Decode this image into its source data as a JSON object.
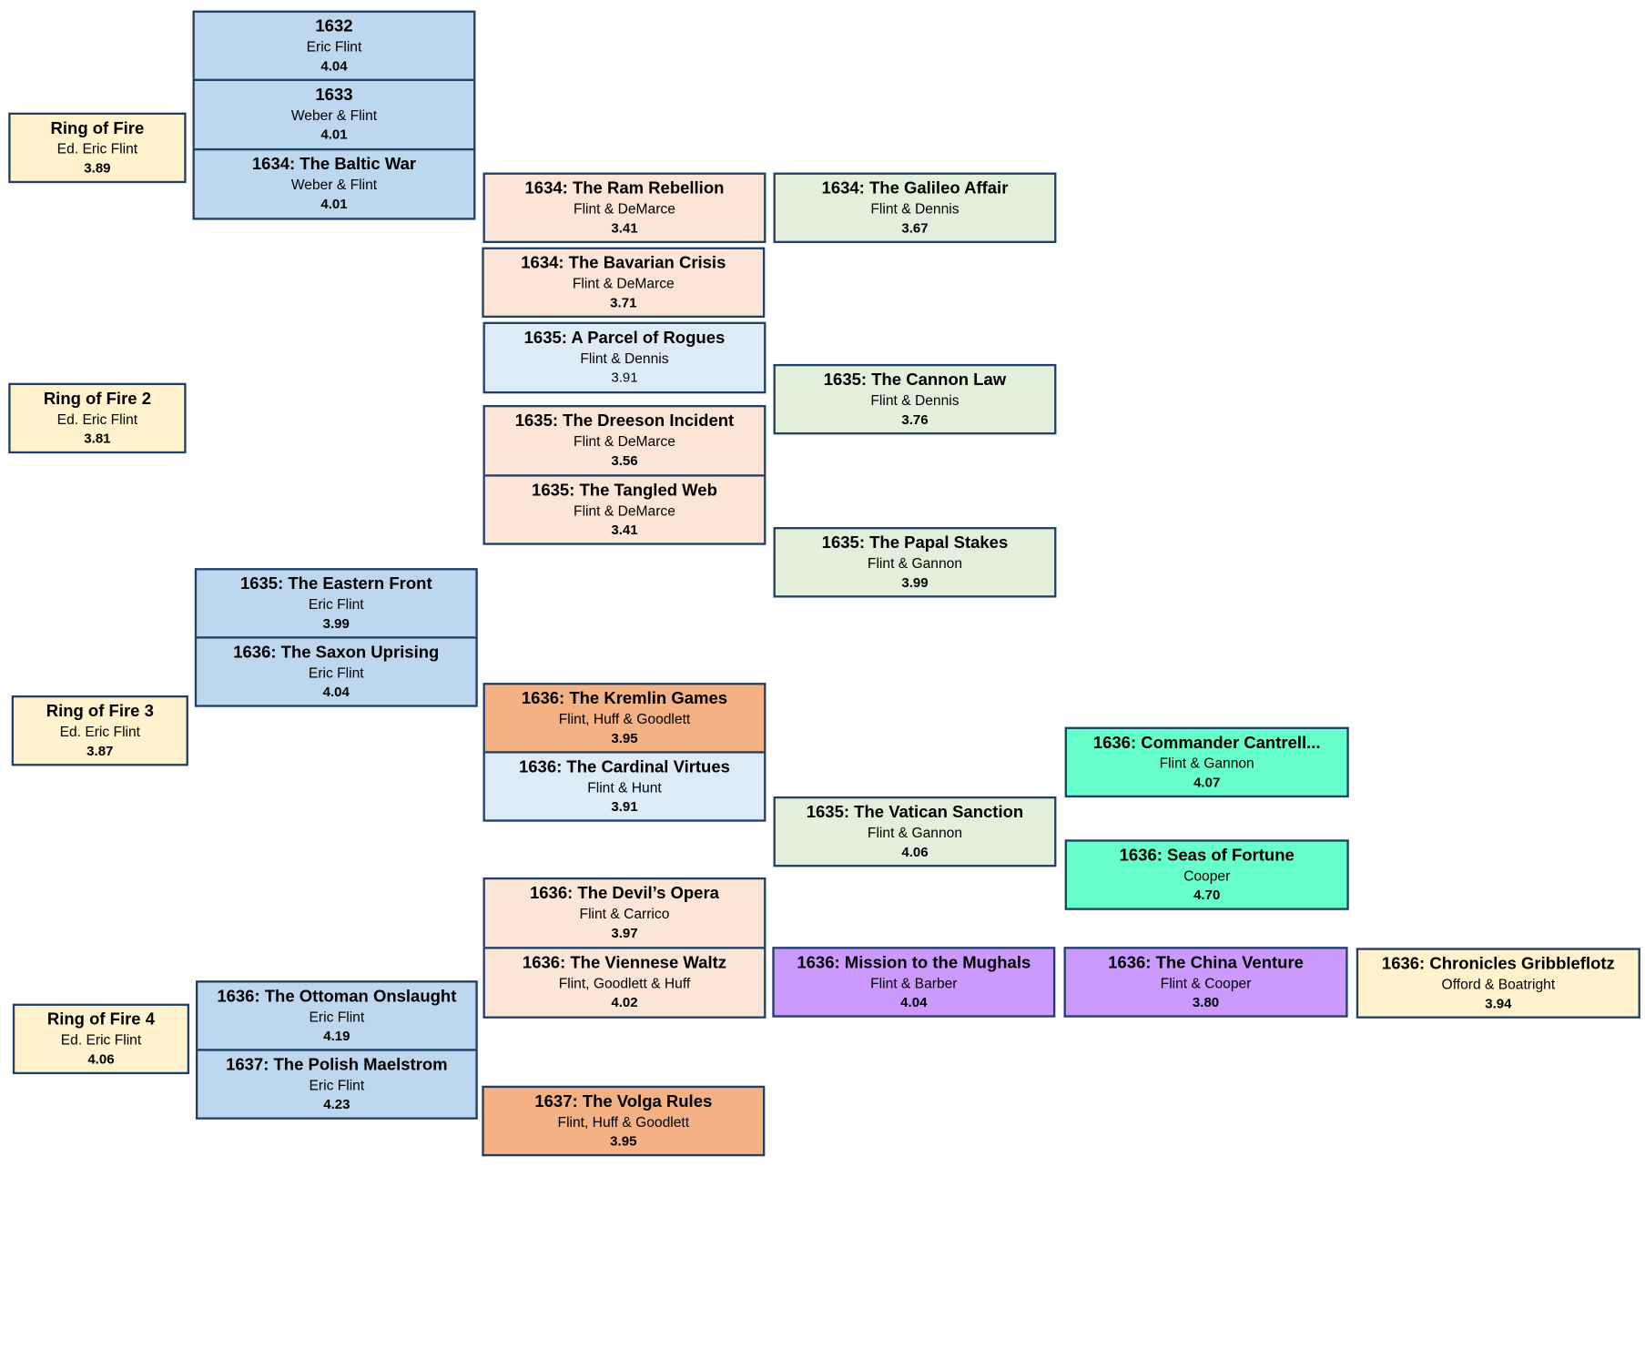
{
  "colors": {
    "anthology": "#fff2cc",
    "main_series": "#bdd7ee",
    "light_blue": "#ddebf7",
    "peach": "#fbe5d6",
    "orange": "#f4b183",
    "green": "#e2efda",
    "teal": "#66ffcc",
    "purple": "#cc99ff",
    "border": "#1f3f66"
  },
  "books": [
    {
      "title": "Ring of Fire",
      "author": "Ed. Eric Flint",
      "rating": "3.89"
    },
    {
      "title": "Ring of Fire 2",
      "author": "Ed. Eric Flint",
      "rating": "3.81"
    },
    {
      "title": "Ring of Fire 3",
      "author": "Ed. Eric Flint",
      "rating": "3.87"
    },
    {
      "title": "Ring of Fire 4",
      "author": "Ed. Eric Flint",
      "rating": "4.06"
    },
    {
      "title": "1632",
      "author": "Eric Flint",
      "rating": "4.04"
    },
    {
      "title": "1633",
      "author": "Weber & Flint",
      "rating": "4.01"
    },
    {
      "title": "1634: The Baltic War",
      "author": "Weber & Flint",
      "rating": "4.01"
    },
    {
      "title": "1635: The Eastern Front",
      "author": "Eric Flint",
      "rating": "3.99"
    },
    {
      "title": "1636: The Saxon Uprising",
      "author": "Eric Flint",
      "rating": "4.04"
    },
    {
      "title": "1636: The Ottoman Onslaught",
      "author": "Eric Flint",
      "rating": "4.19"
    },
    {
      "title": "1637: The Polish Maelstrom",
      "author": "Eric Flint",
      "rating": "4.23"
    },
    {
      "title": "1634: The Ram Rebellion",
      "author": "Flint & DeMarce",
      "rating": "3.41"
    },
    {
      "title": "1634: The Bavarian Crisis",
      "author": "Flint & DeMarce",
      "rating": "3.71"
    },
    {
      "title": "1635: A Parcel of Rogues",
      "author": "Flint & Dennis",
      "rating": "3.91"
    },
    {
      "title": "1635: The Dreeson Incident",
      "author": "Flint & DeMarce",
      "rating": "3.56"
    },
    {
      "title": "1635: The Tangled Web",
      "author": "Flint & DeMarce",
      "rating": "3.41"
    },
    {
      "title": "1636: The Kremlin Games",
      "author": "Flint, Huff & Goodlett",
      "rating": "3.95"
    },
    {
      "title": "1636: The Cardinal Virtues",
      "author": "Flint & Hunt",
      "rating": "3.91"
    },
    {
      "title": "1636: The Devil’s Opera",
      "author": "Flint & Carrico",
      "rating": "3.97"
    },
    {
      "title": "1636: The Viennese Waltz",
      "author": "Flint, Goodlett & Huff",
      "rating": "4.02"
    },
    {
      "title": "1637: The Volga Rules",
      "author": "Flint, Huff & Goodlett",
      "rating": "3.95"
    },
    {
      "title": "1634: The Galileo Affair",
      "author": "Flint & Dennis",
      "rating": "3.67"
    },
    {
      "title": "1635: The Cannon Law",
      "author": "Flint & Dennis",
      "rating": "3.76"
    },
    {
      "title": "1635: The Papal Stakes",
      "author": "Flint & Gannon",
      "rating": "3.99"
    },
    {
      "title": "1635: The Vatican Sanction",
      "author": "Flint & Gannon",
      "rating": "4.06"
    },
    {
      "title": "1636: Mission to the Mughals",
      "author": "Flint & Barber",
      "rating": "4.04"
    },
    {
      "title": "1636: Commander Cantrell...",
      "author": "Flint & Gannon",
      "rating": "4.07"
    },
    {
      "title": "1636: Seas of Fortune",
      "author": "Cooper",
      "rating": "4.70"
    },
    {
      "title": "1636: The China Venture",
      "author": "Flint & Cooper",
      "rating": "3.80"
    },
    {
      "title": "1636: Chronicles Gribbleflotz",
      "author": "Offord & Boatright",
      "rating": "3.94"
    }
  ]
}
